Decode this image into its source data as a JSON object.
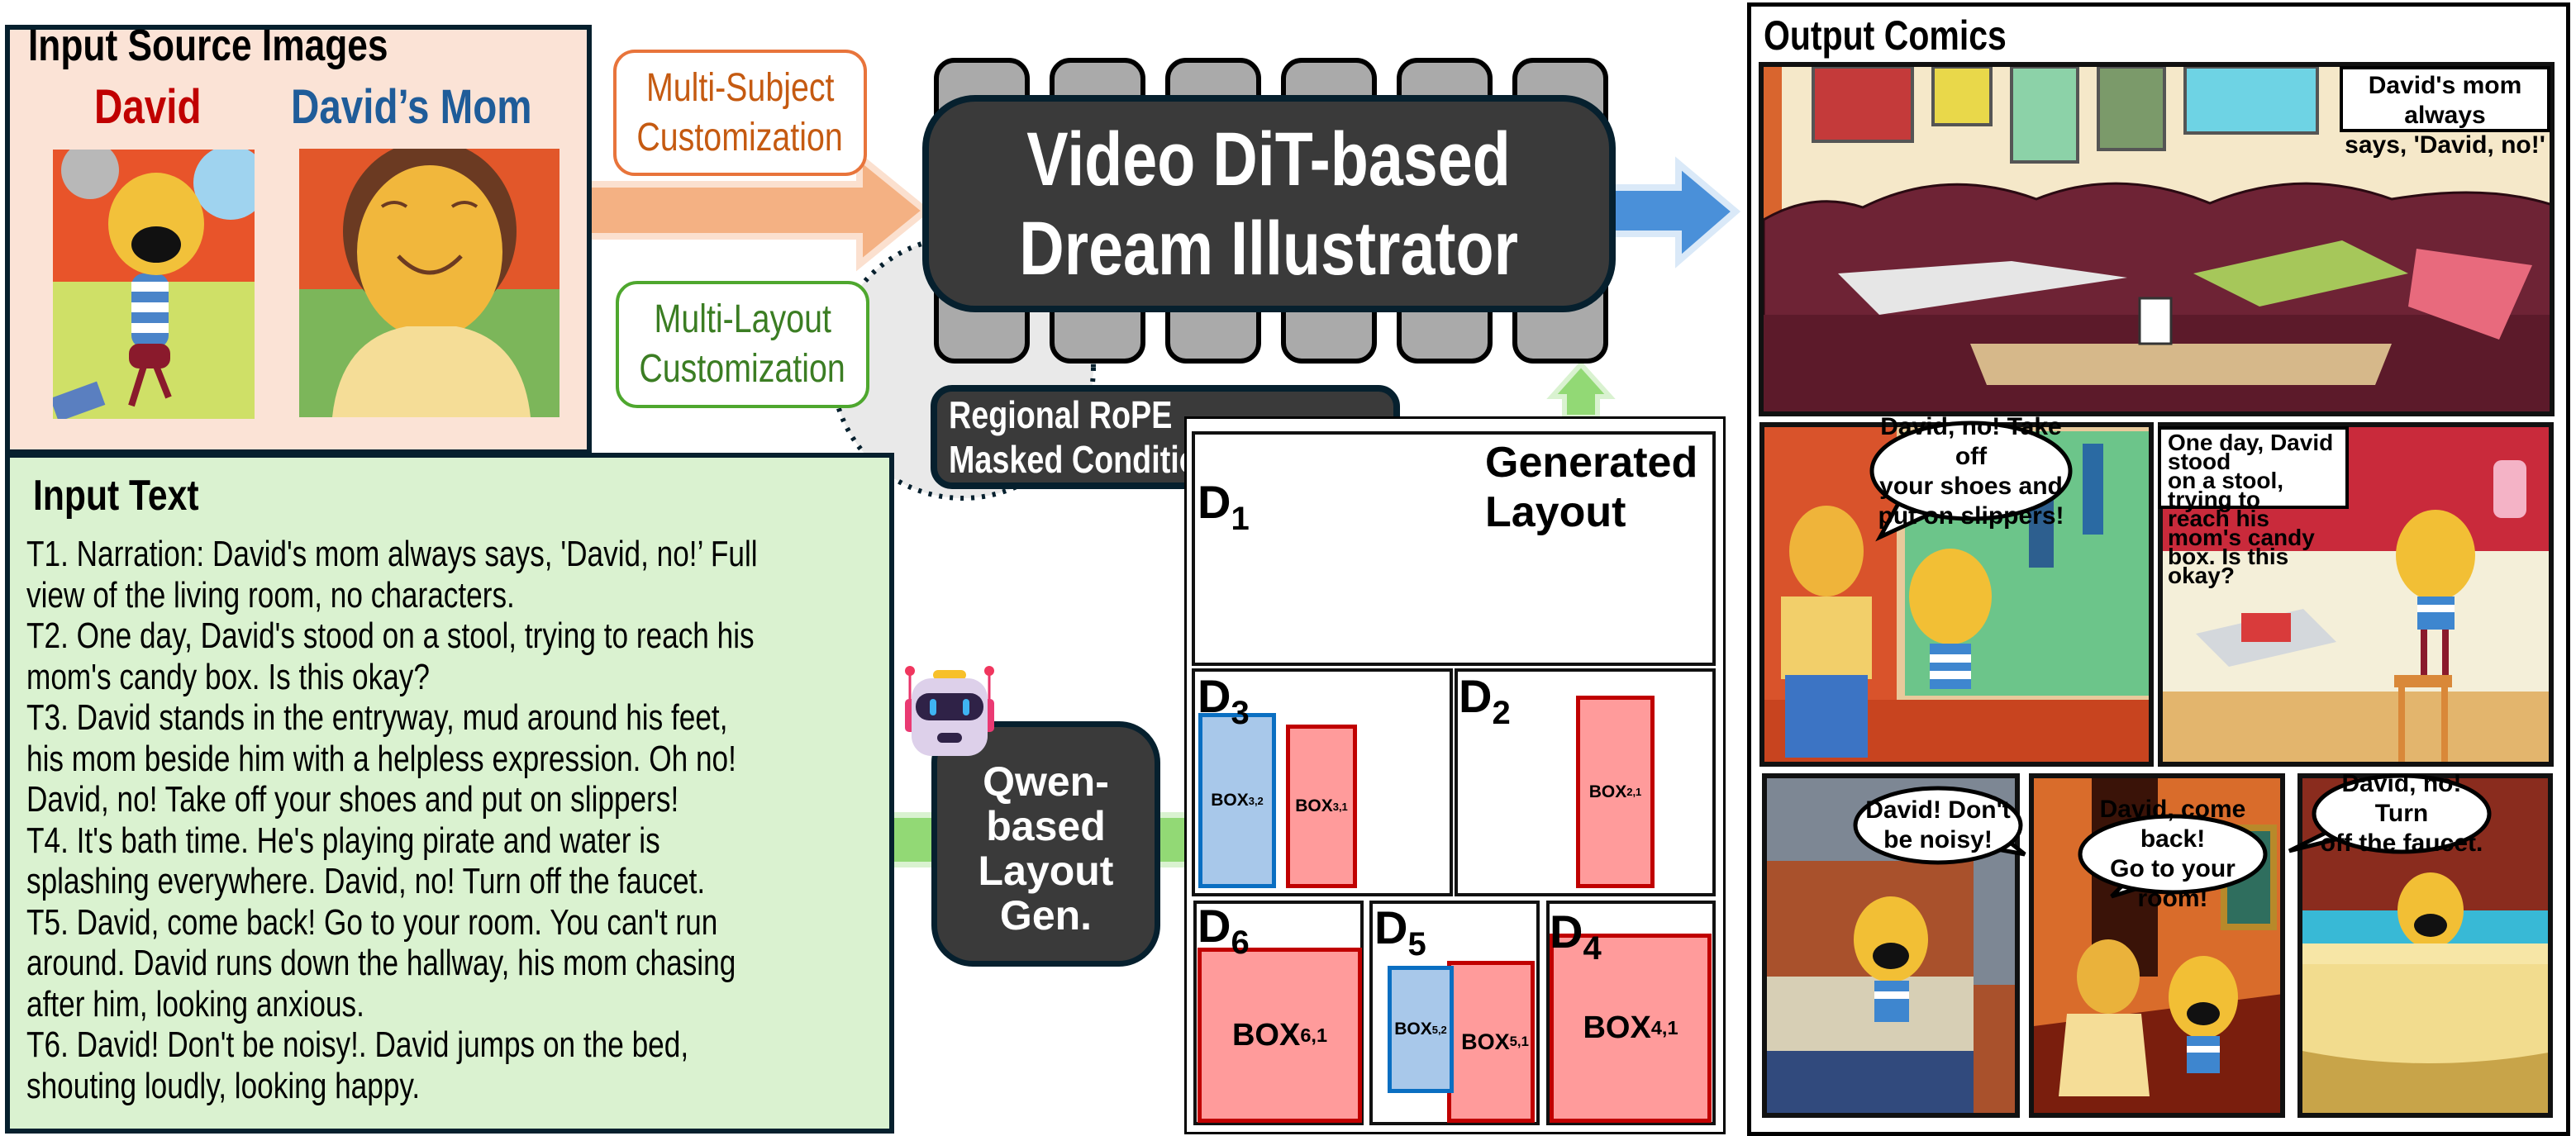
{
  "source": {
    "title": "Input Source Images",
    "characters": [
      {
        "name": "David",
        "color": "#c00000"
      },
      {
        "name": "David’s Mom",
        "color": "#1f5c99"
      }
    ]
  },
  "customization": {
    "subject": {
      "lines": [
        "Multi-Subject",
        "Customization"
      ],
      "color": "#c55a11",
      "border": "#e8743b"
    },
    "layout": {
      "lines": [
        "Multi-Layout",
        "Customization"
      ],
      "color": "#3b7d23",
      "border": "#4ea72e"
    }
  },
  "illustrator": {
    "title_lines": [
      "Video DiT-based",
      "Dream Illustrator"
    ]
  },
  "techniques": [
    "Regional RoPE",
    "Masked Condition Loss"
  ],
  "layout_gen": {
    "lines": [
      "Qwen-",
      "based",
      "Layout",
      "Gen."
    ],
    "icon": "robot-icon"
  },
  "input_text": {
    "title": "Input Text",
    "lines": [
      "T1. Narration: David's mom always says, 'David, no!’ Full",
      "view of the living room, no characters.",
      "T2. One day, David's stood on a stool, trying to reach his",
      "mom's candy box. Is this okay?",
      "T3. David stands in the entryway, mud around his feet,",
      "his mom beside him with a helpless expression. Oh no!",
      "David, no! Take off your shoes and put on slippers!",
      "T4. It's bath time. He's playing pirate and water is",
      "splashing everywhere. David, no! Turn off the faucet.",
      "T5. David, come back! Go to your room. You can't run",
      "around. David runs down the hallway, his mom chasing",
      "after him, looking anxious.",
      "T6. David! Don't be noisy!. David jumps on the bed,",
      "shouting loudly, looking happy."
    ]
  },
  "generated_layout": {
    "title_lines": [
      "Generated",
      "Layout"
    ],
    "panels": [
      {
        "letter": "D",
        "index": "1",
        "boxes": []
      },
      {
        "letter": "D",
        "index": "3",
        "boxes": [
          {
            "label": "BOX",
            "index": "3,2",
            "color": "blue"
          },
          {
            "label": "BOX",
            "index": "3,1",
            "color": "red"
          }
        ]
      },
      {
        "letter": "D",
        "index": "2",
        "boxes": [
          {
            "label": "BOX",
            "index": "2,1",
            "color": "red"
          }
        ]
      },
      {
        "letter": "D",
        "index": "6",
        "boxes": [
          {
            "label": "BOX",
            "index": "6,1",
            "color": "red"
          }
        ]
      },
      {
        "letter": "D",
        "index": "5",
        "boxes": [
          {
            "label": "BOX",
            "index": "5,2",
            "color": "blue"
          },
          {
            "label": "BOX",
            "index": "5,1",
            "color": "red"
          }
        ]
      },
      {
        "letter": "D",
        "index": "4",
        "boxes": [
          {
            "label": "BOX",
            "index": "4,1",
            "color": "red"
          }
        ]
      }
    ]
  },
  "output": {
    "title": "Output Comics",
    "captions": [
      {
        "lines": [
          "David's mom always",
          "says, 'David, no!'"
        ]
      },
      {
        "lines": [
          "One day, David stood",
          "on a stool, trying to",
          "reach his mom's candy",
          "box. Is this okay?"
        ]
      }
    ],
    "bubbles": [
      {
        "lines": [
          "David, no! Take off",
          "your shoes and",
          "put on slippers!"
        ]
      },
      {
        "lines": [
          "David! Don't",
          "be noisy!"
        ]
      },
      {
        "lines": [
          "David, come back!",
          "Go to your room!"
        ]
      },
      {
        "lines": [
          "David, no! Turn",
          "off the faucet."
        ]
      }
    ]
  },
  "colors": {
    "dark_box": "#3a3a3a",
    "border": "#06202e",
    "subject_arrow": "#f4b183",
    "output_arrow": "#4a90d9",
    "layout_arrow": "#92d975",
    "box_red_fill": "#ff9b9b",
    "box_blue_fill": "#a8c8ea"
  }
}
